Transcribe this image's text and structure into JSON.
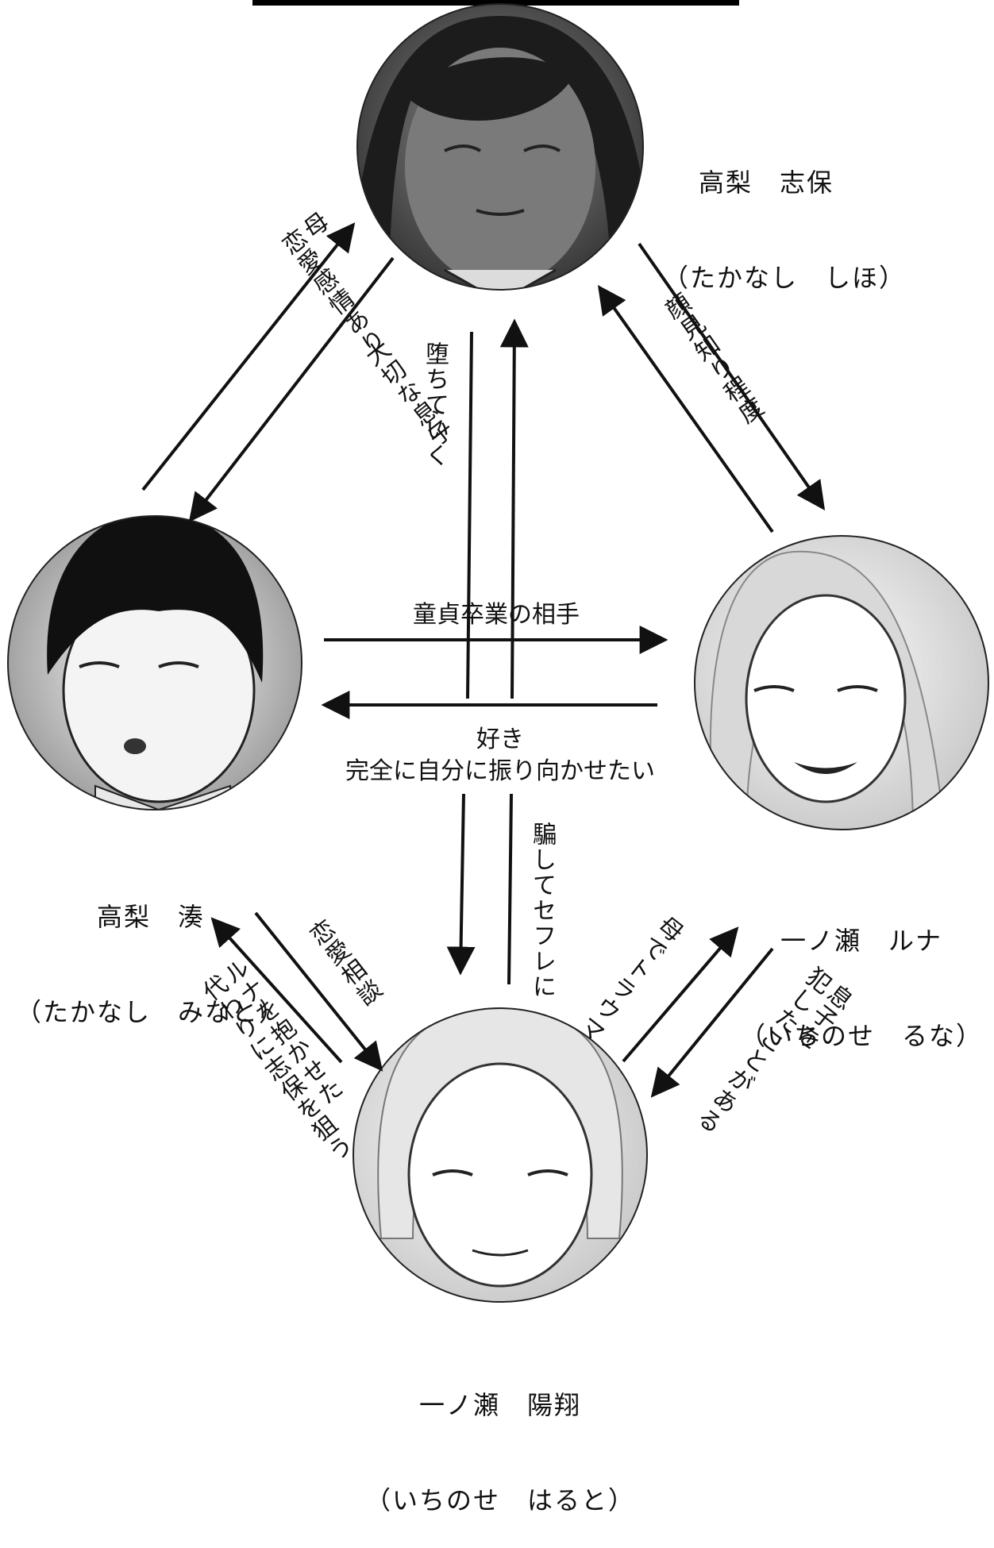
{
  "people": {
    "shiho": {
      "name": "高梨　志保",
      "reading": "（たかなし　しほ）"
    },
    "minato": {
      "name": "高梨　湊",
      "reading": "（たかなし　みなと）"
    },
    "runa": {
      "name": "一ノ瀬　ルナ",
      "reading": "（いちのせ　るな）"
    },
    "haruto": {
      "name": "一ノ瀬　陽翔",
      "reading": "（いちのせ　はると）"
    }
  },
  "relations": {
    "minato_to_shiho": "母\n恋愛感情あり",
    "shiho_to_minato": "大切な息子",
    "shiho_to_haruto": "堕ちていく",
    "haruto_to_shiho": "騙してセフレに",
    "shiho_runa": "顔見知り程度",
    "minato_to_runa": "童貞卒業の相手",
    "runa_to_minato": "好き\n完全に自分に振り向かせたい",
    "minato_to_haruto": "恋愛相談",
    "haruto_to_minato": "ルナを抱かせた\n代わりに志保を狙う",
    "haruto_to_runa": "母でトラウマ",
    "runa_to_haruto": "息子を\n犯したことがある"
  },
  "portraits": {
    "shiho": "woman-portrait-dark-hair-blushing",
    "minato": "boy-portrait-black-hair",
    "runa": "woman-portrait-light-hair-smiling",
    "haruto": "man-portrait-light-hair-smiling"
  }
}
